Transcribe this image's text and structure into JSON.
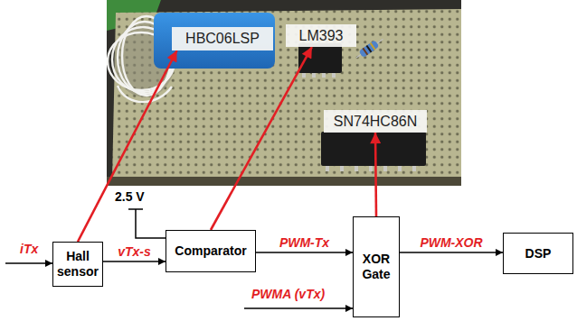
{
  "diagram": {
    "nodes": [
      {
        "text": [
          "HBC06LSP"
        ]
      },
      {
        "text": [
          "LM393"
        ]
      },
      {
        "text": [
          "SN74HC86N"
        ]
      },
      {
        "text": [
          "Hall sensor"
        ]
      },
      {
        "text": [
          "Comparator"
        ]
      },
      {
        "text": [
          "XOR Gate"
        ]
      },
      {
        "text": [
          "DSP"
        ]
      }
    ],
    "edges": [
      {
        "from": 3,
        "to": 0,
        "arrow": "to"
      },
      {
        "from": 4,
        "to": 1,
        "arrow": "to"
      },
      {
        "from": 5,
        "to": 2,
        "arrow": "to"
      },
      {
        "from": 3,
        "to": 4,
        "label": "vTx-s",
        "arrow": "to"
      },
      {
        "from": 4,
        "to": 5,
        "label": "PWM-Tx",
        "arrow": "to"
      },
      {
        "from": 5,
        "to": 6,
        "label": "PWM-XOR",
        "arrow": "to"
      }
    ],
    "labels": [
      "2.5 V",
      "iTx",
      "PWMA (vTx)"
    ]
  }
}
